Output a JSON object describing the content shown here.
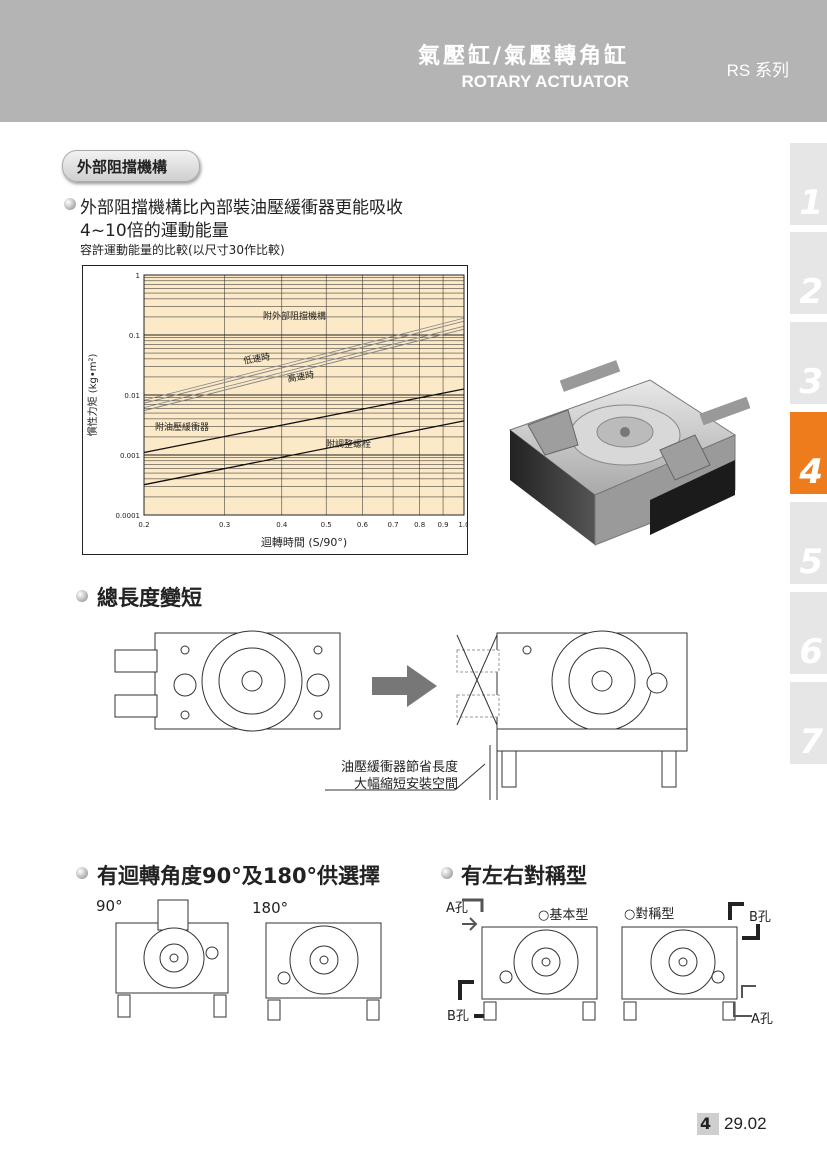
{
  "header": {
    "title_zh": "氣壓缸/氣壓轉角缸",
    "title_en": "ROTARY ACTUATOR",
    "series": "RS 系列"
  },
  "side_tabs": [
    {
      "label": "1",
      "active": false
    },
    {
      "label": "2",
      "active": false
    },
    {
      "label": "3",
      "active": false
    },
    {
      "label": "4",
      "active": true
    },
    {
      "label": "5",
      "active": false
    },
    {
      "label": "6",
      "active": false
    },
    {
      "label": "7",
      "active": false
    }
  ],
  "section1": {
    "pill": "外部阻擋機構",
    "line1": "外部阻擋機構比內部裝油壓緩衝器更能吸收",
    "line2": "4~10倍的運動能量",
    "caption": "容許運動能量的比較(以尺寸30作比較)"
  },
  "chart_data": {
    "type": "line",
    "xlabel": "迴轉時間 (S/90°)",
    "ylabel": "慣性力矩 (kg•m²)",
    "x_scale": "log",
    "y_scale": "log",
    "xlim": [
      0.2,
      1.0
    ],
    "ylim": [
      0.0001,
      1
    ],
    "x_ticks": [
      "0.2",
      "0.3",
      "0.4",
      "0.5",
      "0.6",
      "0.7",
      "0.8",
      "0.9",
      "1.0"
    ],
    "y_ticks": [
      "0.0001",
      "0.001",
      "0.01",
      "0.1",
      "1"
    ],
    "grid": true,
    "background": "#fbe9c8",
    "series": [
      {
        "name": "低速時",
        "x": [
          0.2,
          1.0
        ],
        "y": [
          0.0073,
          0.17
        ]
      },
      {
        "name": "高速時",
        "x": [
          0.2,
          1.0
        ],
        "y": [
          0.0055,
          0.125
        ]
      },
      {
        "name": "附油壓緩衝器",
        "x": [
          0.2,
          1.0
        ],
        "y": [
          0.0011,
          0.0126
        ]
      },
      {
        "name": "附調整螺栓",
        "x": [
          0.2,
          1.0
        ],
        "y": [
          0.00032,
          0.0037
        ]
      }
    ],
    "annotations": [
      "附外部阻擋機構",
      "低速時",
      "高速時",
      "附油壓緩衝器",
      "附調整螺栓"
    ]
  },
  "section2": {
    "title": "總長度變短",
    "note_line1": "油壓緩衝器節省長度",
    "note_line2": "大幅縮短安裝空間"
  },
  "section3": {
    "title": "有迴轉角度90°及180°供選擇",
    "label_90": "90°",
    "label_180": "180°"
  },
  "section4": {
    "title": "有左右對稱型",
    "basic": "○基本型",
    "symmetric": "○對稱型",
    "port_a": "A孔",
    "port_b": "B孔"
  },
  "footer": {
    "chapter": "4",
    "page": "29.02"
  }
}
